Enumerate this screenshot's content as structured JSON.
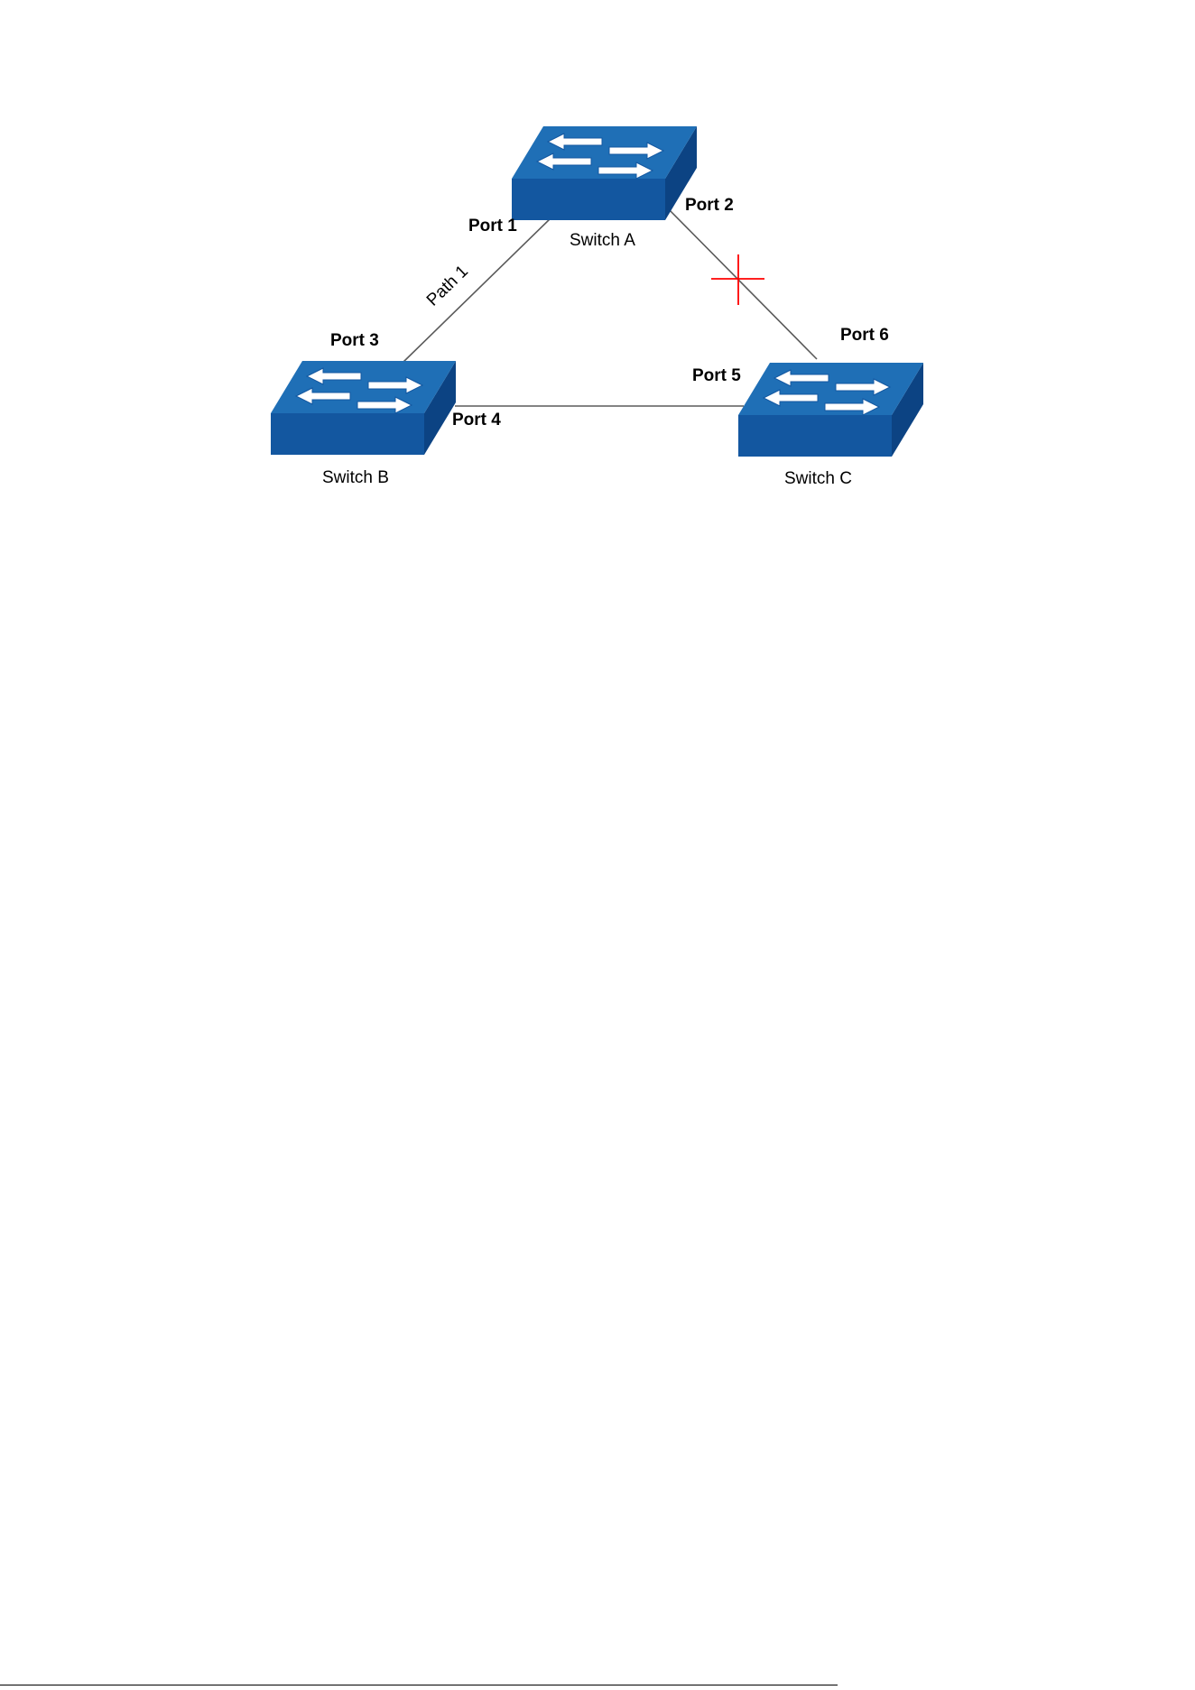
{
  "switches": {
    "a": {
      "label": "Switch A"
    },
    "b": {
      "label": "Switch B"
    },
    "c": {
      "label": "Switch C"
    }
  },
  "ports": {
    "p1": "Port 1",
    "p2": "Port 2",
    "p3": "Port 3",
    "p4": "Port 4",
    "p5": "Port 5",
    "p6": "Port 6"
  },
  "paths": {
    "path1": "Path 1"
  },
  "colors": {
    "switch_top": "#1f6fb6",
    "switch_front": "#1357a0",
    "switch_side": "#0c4383",
    "link": "#5a5a5a",
    "blocked_marker": "#ff0000"
  },
  "icons": {
    "switch": "network-switch-icon",
    "blocked": "blocked-link-cross-icon"
  }
}
